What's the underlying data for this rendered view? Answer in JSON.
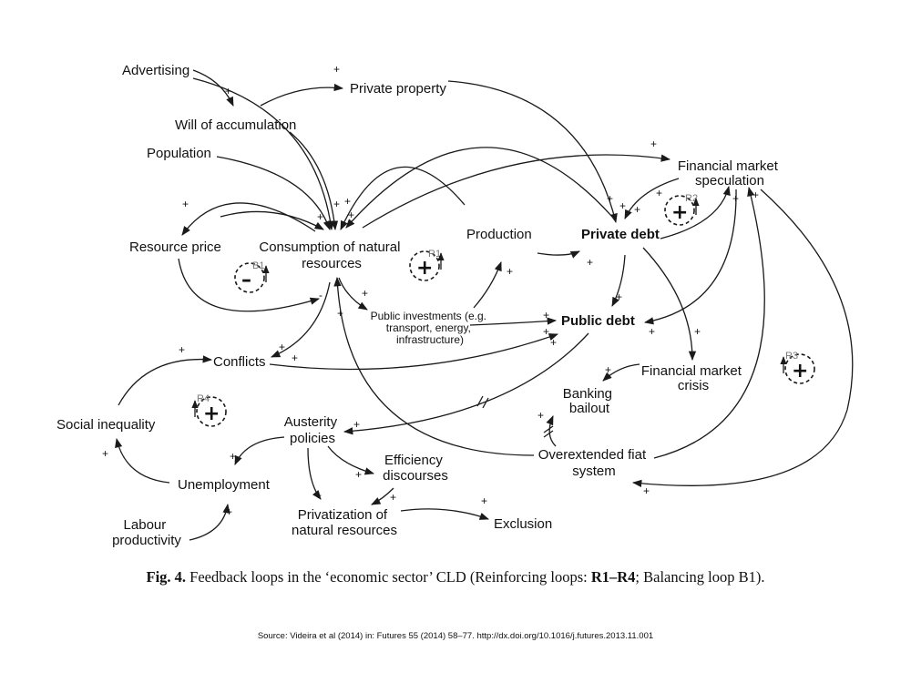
{
  "nodes": {
    "advertising": "Advertising",
    "private_property": "Private property",
    "will_of_accumulation": "Will of accumulation",
    "population": "Population",
    "financial_market_speculation": [
      "Financial market",
      "speculation"
    ],
    "resource_price": "Resource price",
    "consumption": [
      "Consumption of natural",
      "resources"
    ],
    "production": "Production",
    "private_debt": "Private debt",
    "public_investments": [
      "Public investments (e.g.",
      "transport, energy,",
      "infrastructure)"
    ],
    "public_debt": "Public debt",
    "conflicts": "Conflicts",
    "financial_market_crisis": [
      "Financial market",
      "crisis"
    ],
    "banking_bailout": [
      "Banking",
      "bailout"
    ],
    "social_inequality": "Social inequality",
    "austerity_policies": [
      "Austerity",
      "policies"
    ],
    "efficiency_discourses": [
      "Efficiency",
      "discourses"
    ],
    "overextended_fiat_system": [
      "Overextended fiat",
      "system"
    ],
    "unemployment": "Unemployment",
    "labour_productivity": [
      "Labour",
      "productivity"
    ],
    "privatization": [
      "Privatization of",
      "natural resources"
    ],
    "exclusion": "Exclusion"
  },
  "loops": {
    "r1": {
      "id": "R1",
      "sign": "+"
    },
    "r2": {
      "id": "R2",
      "sign": "+"
    },
    "r3": {
      "id": "R3",
      "sign": "+"
    },
    "r4": {
      "id": "R4",
      "sign": "+"
    },
    "b1": {
      "id": "B1",
      "sign": "–"
    }
  },
  "signs": {
    "plus": "+",
    "minus": "-"
  },
  "caption": {
    "fig_label": "Fig. 4.",
    "text_before": " Feedback loops in the ‘economic sector’ CLD (Reinforcing loops: ",
    "bold_part": "R1–R4",
    "text_after": "; Balancing loop B1)."
  },
  "source": "Source: Videira et al (2014) in: Futures 55 (2014) 58–77. http://dx.doi.org/10.1016/j.futures.2013.11.001"
}
